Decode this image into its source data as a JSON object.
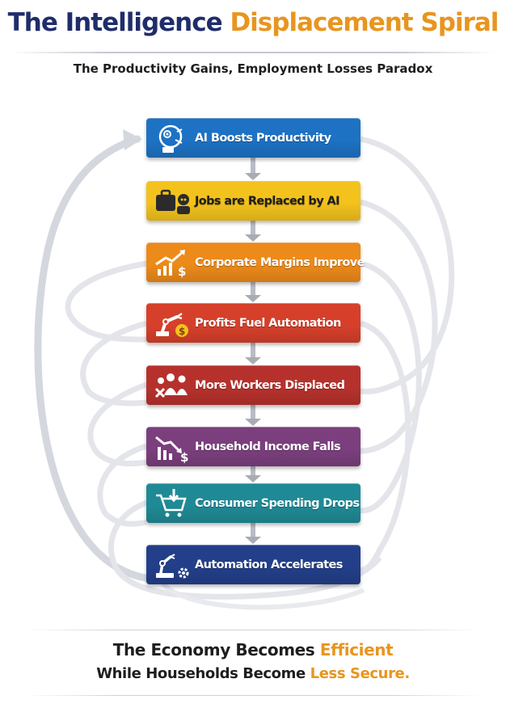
{
  "title": {
    "part1": "The Intelligence",
    "part2": "Displacement Spiral"
  },
  "subtitle": "The Productivity Gains, Employment Losses Paradox",
  "steps": [
    {
      "label": "AI Boosts Productivity",
      "icon": "robot-head-gear-icon",
      "color": "#1d72c4",
      "text_color": "#ffffff"
    },
    {
      "label": "Jobs are Replaced by AI",
      "icon": "briefcase-robot-icon",
      "color": "#f3c21d",
      "text_color": "#1e1e1e"
    },
    {
      "label": "Corporate Margins Improve",
      "icon": "rising-chart-dollar-icon",
      "color": "#ec8a1a",
      "text_color": "#ffffff"
    },
    {
      "label": "Profits Fuel Automation",
      "icon": "robot-arm-dollar-icon",
      "color": "#d6402b",
      "text_color": "#ffffff"
    },
    {
      "label": "More Workers Displaced",
      "icon": "workers-x-icon",
      "color": "#b7312c",
      "text_color": "#ffffff"
    },
    {
      "label": "Household Income Falls",
      "icon": "falling-chart-dollar-icon",
      "color": "#7b3f7e",
      "text_color": "#ffffff"
    },
    {
      "label": "Consumer Spending Drops",
      "icon": "shopping-cart-down-icon",
      "color": "#1f8a96",
      "text_color": "#ffffff"
    },
    {
      "label": "Automation Accelerates",
      "icon": "robot-arms-gear-icon",
      "color": "#233f8a",
      "text_color": "#ffffff"
    }
  ],
  "footer": {
    "line1_prefix": "The Economy Becomes ",
    "line1_accent": "Efficient",
    "line2_prefix": "While Households Become ",
    "line2_accent": "Less Secure."
  },
  "colors": {
    "title_dark": "#1f2d6b",
    "accent": "#e8951f",
    "spiral": "#d9dce3"
  }
}
